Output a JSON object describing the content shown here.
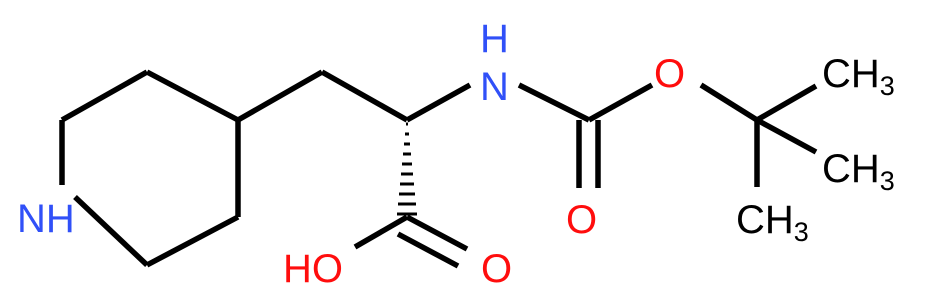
{
  "colors": {
    "bond": "#000000",
    "nitrogen": "#3050f8",
    "oxygen": "#ff0d0d",
    "carbon": "#000000",
    "background": "#ffffff"
  },
  "atoms": {
    "ring_nh": "NH",
    "amide_h": "H",
    "amide_n": "N",
    "ester_o": "O",
    "carbonyl_o": "O",
    "hydroxyl": "HO",
    "acid_o": "O",
    "methyl_1": "CH",
    "methyl_2": "CH",
    "methyl_3": "CH",
    "subscript": "3"
  }
}
